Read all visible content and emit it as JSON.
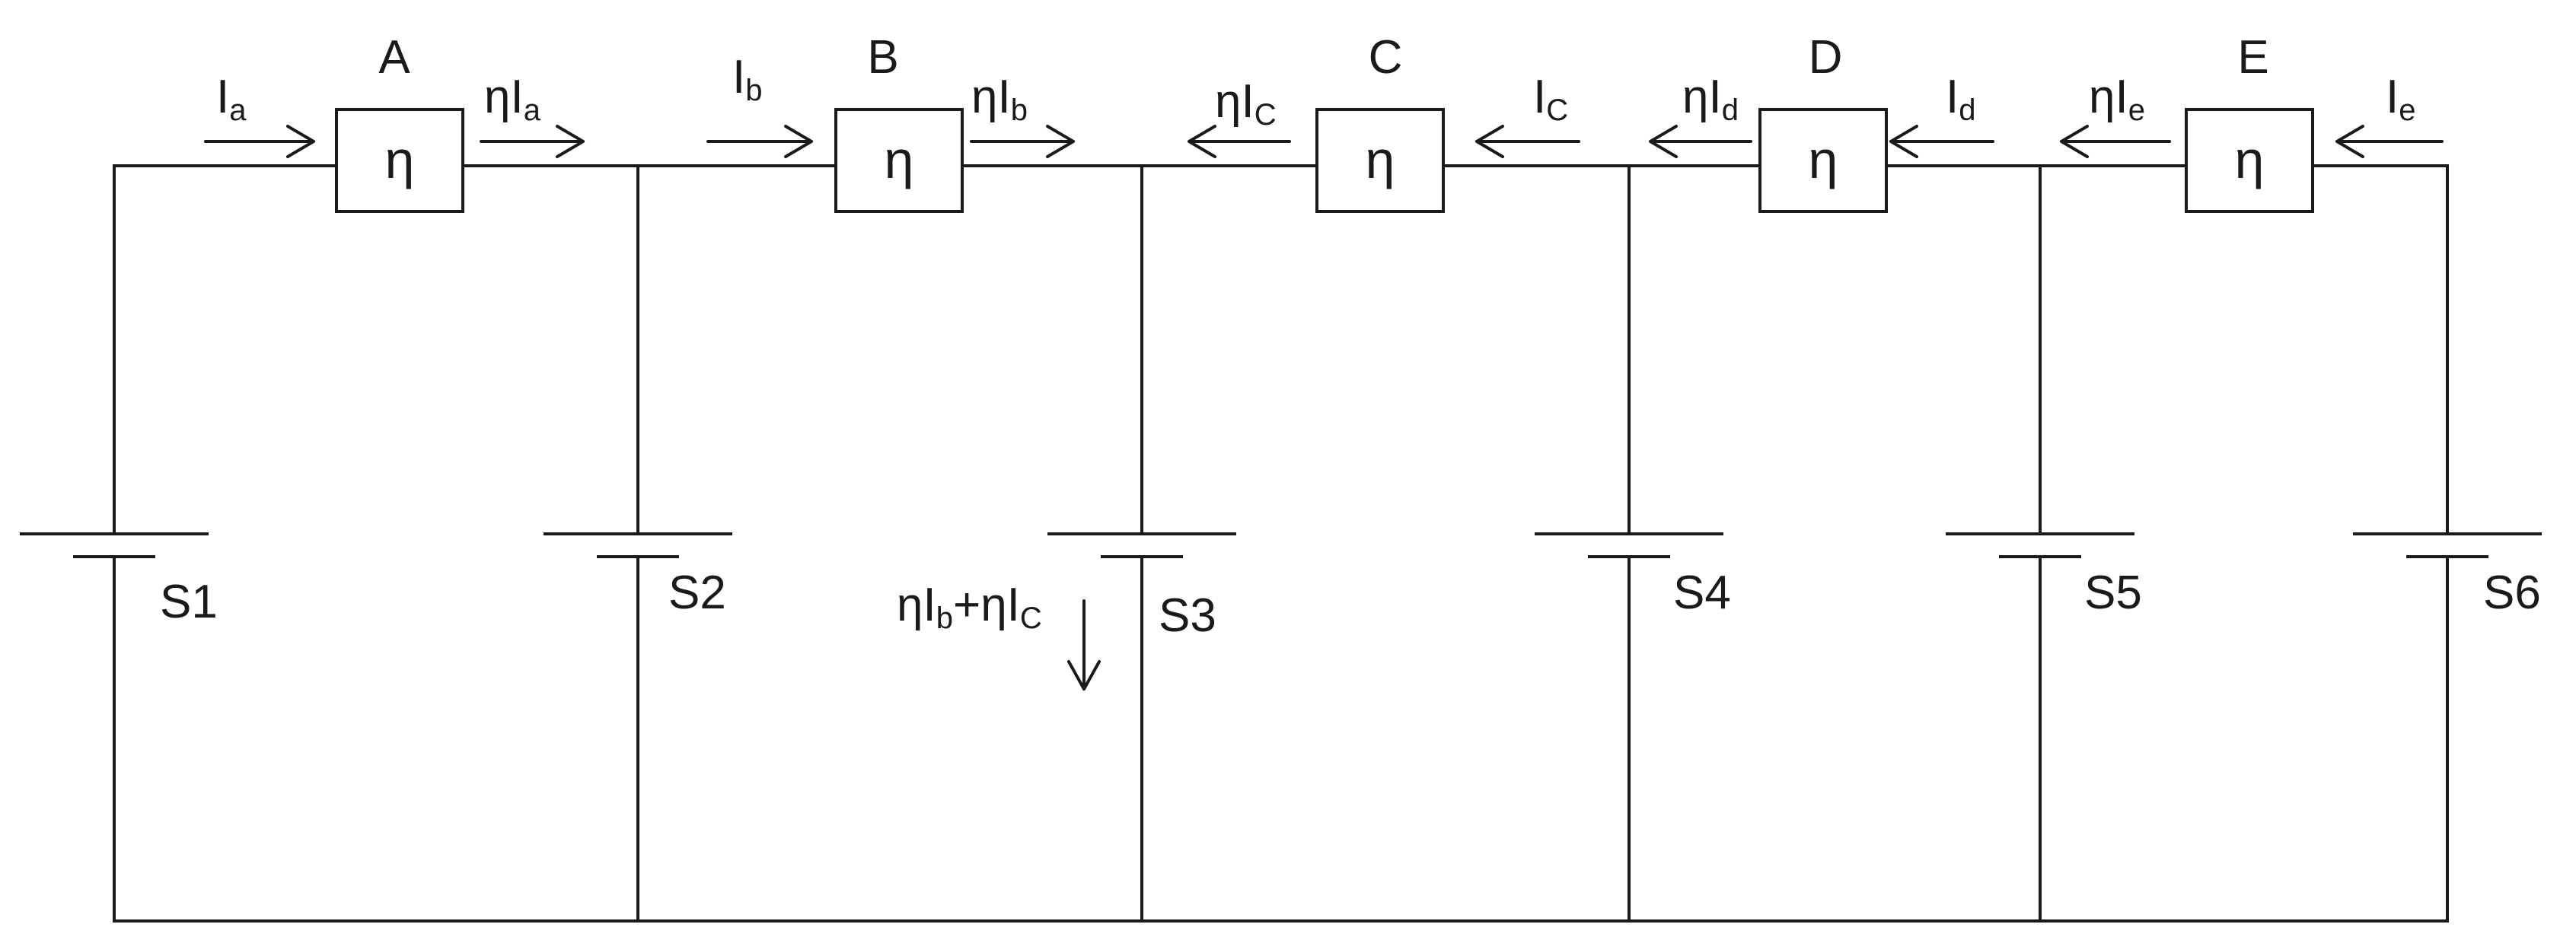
{
  "converters": [
    {
      "id": "A",
      "label": "A",
      "symbol": "η"
    },
    {
      "id": "B",
      "label": "B",
      "symbol": "η"
    },
    {
      "id": "C",
      "label": "C",
      "symbol": "η"
    },
    {
      "id": "D",
      "label": "D",
      "symbol": "η"
    },
    {
      "id": "E",
      "label": "E",
      "symbol": "η"
    }
  ],
  "batteries": [
    "S1",
    "S2",
    "S3",
    "S4",
    "S5",
    "S6"
  ],
  "currents": {
    "a_in": {
      "main": "I",
      "sub": "a"
    },
    "a_out": {
      "prefix": "η",
      "main": "I",
      "sub": "a"
    },
    "b_in": {
      "main": "I",
      "sub": "b"
    },
    "b_out": {
      "prefix": "η",
      "main": "I",
      "sub": "b"
    },
    "c_in": {
      "main": "I",
      "sub": "C"
    },
    "c_out": {
      "prefix": "η",
      "main": "I",
      "sub": "C"
    },
    "d_in": {
      "main": "I",
      "sub": "d"
    },
    "d_out": {
      "prefix": "η",
      "main": "I",
      "sub": "d"
    },
    "e_in": {
      "main": "I",
      "sub": "e"
    },
    "e_out": {
      "prefix": "η",
      "main": "I",
      "sub": "e"
    },
    "s3_sum": {
      "p1": "η",
      "m1": "I",
      "s1": "b",
      "plus": "+",
      "p2": "η",
      "m2": "I",
      "s2": "C"
    }
  }
}
